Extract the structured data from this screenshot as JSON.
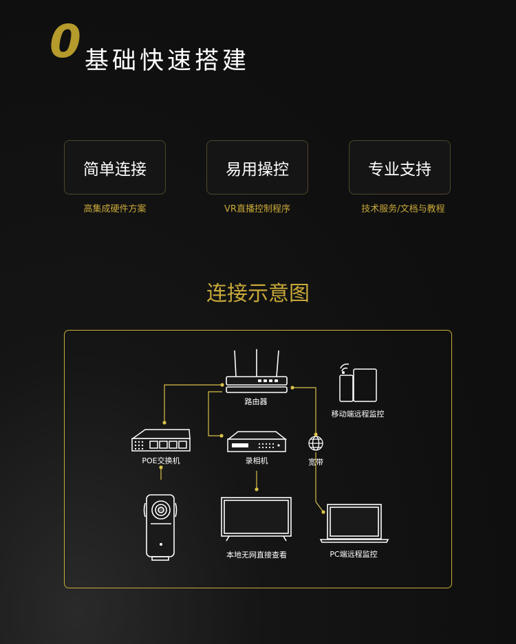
{
  "header": {
    "number": "0",
    "title": "基础快速搭建"
  },
  "features": [
    {
      "title": "简单连接",
      "subtitle": "高集成硬件方案"
    },
    {
      "title": "易用操控",
      "subtitle": "VR直播控制程序"
    },
    {
      "title": "专业支持",
      "subtitle": "技术服务/文档与教程"
    }
  ],
  "section_title": "连接示意图",
  "diagram": {
    "router": "路由器",
    "mobile": "移动端远程监控",
    "poe_switch": "POE交换机",
    "recorder": "录相机",
    "broadband": "宽带",
    "local_view": "本地无网直接查看",
    "pc": "PC端远程监控"
  },
  "colors": {
    "accent": "#c9a93a",
    "line": "#d9c14a",
    "background": "#121212"
  }
}
